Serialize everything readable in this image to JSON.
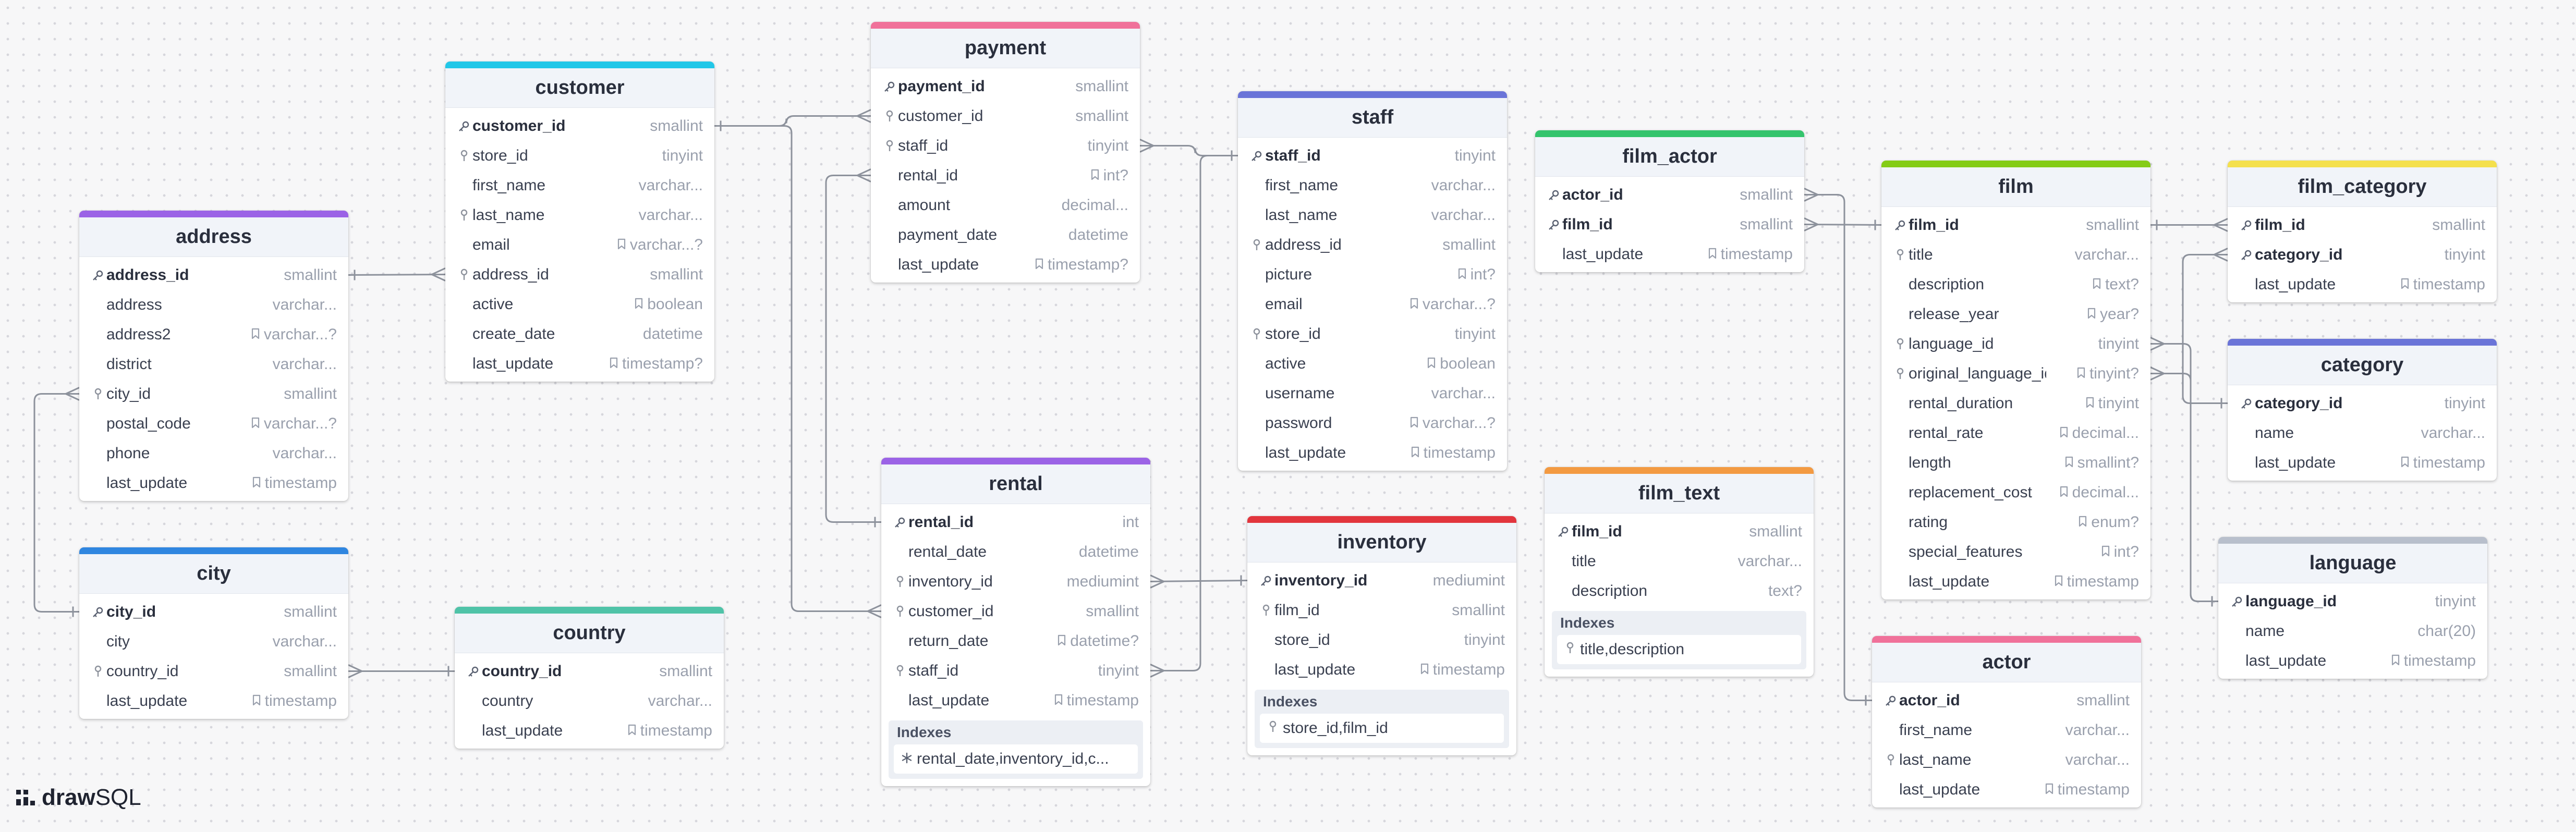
{
  "logo": {
    "word_bold": "draw",
    "word_regular": "SQL"
  },
  "colors": {
    "line": "#8d929c",
    "cyan": "#22c7e8",
    "pink": "#f0719a",
    "purple": "#9b63e6",
    "indigo": "#6a74d8",
    "green": "#34c46d",
    "lime": "#84cc16",
    "yellow": "#f4e04d",
    "blue": "#2f86e0",
    "teal": "#4fc3a8",
    "red": "#e2353d",
    "orange": "#f39a42",
    "gray": "#b8bfcc"
  },
  "tables": [
    {
      "id": "address",
      "name": "address",
      "color": "#9b63e6",
      "fields": [
        {
          "name": "address_id",
          "type": "smallint",
          "key": "pk"
        },
        {
          "name": "address",
          "type": "varchar..."
        },
        {
          "name": "address2",
          "type": "varchar...?",
          "nullable": true
        },
        {
          "name": "district",
          "type": "varchar..."
        },
        {
          "name": "city_id",
          "type": "smallint",
          "key": "fk"
        },
        {
          "name": "postal_code",
          "type": "varchar...?",
          "nullable": true
        },
        {
          "name": "phone",
          "type": "varchar..."
        },
        {
          "name": "last_update",
          "type": "timestamp",
          "nullable": true
        }
      ]
    },
    {
      "id": "city",
      "name": "city",
      "color": "#2f86e0",
      "fields": [
        {
          "name": "city_id",
          "type": "smallint",
          "key": "pk"
        },
        {
          "name": "city",
          "type": "varchar..."
        },
        {
          "name": "country_id",
          "type": "smallint",
          "key": "fk"
        },
        {
          "name": "last_update",
          "type": "timestamp",
          "nullable": true
        }
      ]
    },
    {
      "id": "customer",
      "name": "customer",
      "color": "#22c7e8",
      "fields": [
        {
          "name": "customer_id",
          "type": "smallint",
          "key": "pk"
        },
        {
          "name": "store_id",
          "type": "tinyint",
          "key": "fk"
        },
        {
          "name": "first_name",
          "type": "varchar..."
        },
        {
          "name": "last_name",
          "type": "varchar...",
          "key": "fk"
        },
        {
          "name": "email",
          "type": "varchar...?",
          "nullable": true
        },
        {
          "name": "address_id",
          "type": "smallint",
          "key": "fk"
        },
        {
          "name": "active",
          "type": "boolean",
          "nullable": true
        },
        {
          "name": "create_date",
          "type": "datetime"
        },
        {
          "name": "last_update",
          "type": "timestamp?",
          "nullable": true
        }
      ]
    },
    {
      "id": "country",
      "name": "country",
      "color": "#4fc3a8",
      "fields": [
        {
          "name": "country_id",
          "type": "smallint",
          "key": "pk"
        },
        {
          "name": "country",
          "type": "varchar..."
        },
        {
          "name": "last_update",
          "type": "timestamp",
          "nullable": true
        }
      ]
    },
    {
      "id": "payment",
      "name": "payment",
      "color": "#f0719a",
      "fields": [
        {
          "name": "payment_id",
          "type": "smallint",
          "key": "pk"
        },
        {
          "name": "customer_id",
          "type": "smallint",
          "key": "fk"
        },
        {
          "name": "staff_id",
          "type": "tinyint",
          "key": "fk"
        },
        {
          "name": "rental_id",
          "type": "int?",
          "nullable": true
        },
        {
          "name": "amount",
          "type": "decimal..."
        },
        {
          "name": "payment_date",
          "type": "datetime"
        },
        {
          "name": "last_update",
          "type": "timestamp?",
          "nullable": true
        }
      ]
    },
    {
      "id": "rental",
      "name": "rental",
      "color": "#9b63e6",
      "fields": [
        {
          "name": "rental_id",
          "type": "int",
          "key": "pk"
        },
        {
          "name": "rental_date",
          "type": "datetime"
        },
        {
          "name": "inventory_id",
          "type": "mediumint",
          "key": "fk"
        },
        {
          "name": "customer_id",
          "type": "smallint",
          "key": "fk"
        },
        {
          "name": "return_date",
          "type": "datetime?",
          "nullable": true
        },
        {
          "name": "staff_id",
          "type": "tinyint",
          "key": "fk"
        },
        {
          "name": "last_update",
          "type": "timestamp",
          "nullable": true
        }
      ],
      "indexes_label": "Indexes",
      "index": "rental_date,inventory_id,c...",
      "index_icon": "unique"
    },
    {
      "id": "staff",
      "name": "staff",
      "color": "#6a74d8",
      "fields": [
        {
          "name": "staff_id",
          "type": "tinyint",
          "key": "pk"
        },
        {
          "name": "first_name",
          "type": "varchar..."
        },
        {
          "name": "last_name",
          "type": "varchar..."
        },
        {
          "name": "address_id",
          "type": "smallint",
          "key": "fk"
        },
        {
          "name": "picture",
          "type": "int?",
          "nullable": true
        },
        {
          "name": "email",
          "type": "varchar...?",
          "nullable": true
        },
        {
          "name": "store_id",
          "type": "tinyint",
          "key": "fk"
        },
        {
          "name": "active",
          "type": "boolean",
          "nullable": true
        },
        {
          "name": "username",
          "type": "varchar..."
        },
        {
          "name": "password",
          "type": "varchar...?",
          "nullable": true
        },
        {
          "name": "last_update",
          "type": "timestamp",
          "nullable": true
        }
      ]
    },
    {
      "id": "inventory",
      "name": "inventory",
      "color": "#e2353d",
      "fields": [
        {
          "name": "inventory_id",
          "type": "mediumint",
          "key": "pk"
        },
        {
          "name": "film_id",
          "type": "smallint",
          "key": "fk"
        },
        {
          "name": "store_id",
          "type": "tinyint"
        },
        {
          "name": "last_update",
          "type": "timestamp",
          "nullable": true
        }
      ],
      "indexes_label": "Indexes",
      "index": "store_id,film_id",
      "index_icon": "key"
    },
    {
      "id": "film_actor",
      "name": "film_actor",
      "color": "#34c46d",
      "fields": [
        {
          "name": "actor_id",
          "type": "smallint",
          "key": "pk"
        },
        {
          "name": "film_id",
          "type": "smallint",
          "key": "pk"
        },
        {
          "name": "last_update",
          "type": "timestamp",
          "nullable": true
        }
      ]
    },
    {
      "id": "film_text",
      "name": "film_text",
      "color": "#f39a42",
      "fields": [
        {
          "name": "film_id",
          "type": "smallint",
          "key": "pk"
        },
        {
          "name": "title",
          "type": "varchar..."
        },
        {
          "name": "description",
          "type": "text?"
        }
      ],
      "indexes_label": "Indexes",
      "index": "title,description",
      "index_icon": "key"
    },
    {
      "id": "film",
      "name": "film",
      "color": "#84cc16",
      "fields": [
        {
          "name": "film_id",
          "type": "smallint",
          "key": "pk"
        },
        {
          "name": "title",
          "type": "varchar...",
          "key": "fk"
        },
        {
          "name": "description",
          "type": "text?",
          "nullable": true
        },
        {
          "name": "release_year",
          "type": "year?",
          "nullable": true
        },
        {
          "name": "language_id",
          "type": "tinyint",
          "key": "fk"
        },
        {
          "name": "original_language_id",
          "type": "tinyint?",
          "key": "fk",
          "nullable": true
        },
        {
          "name": "rental_duration",
          "type": "tinyint",
          "nullable": true
        },
        {
          "name": "rental_rate",
          "type": "decimal...",
          "nullable": true
        },
        {
          "name": "length",
          "type": "smallint?",
          "nullable": true
        },
        {
          "name": "replacement_cost",
          "type": "decimal...",
          "nullable": true
        },
        {
          "name": "rating",
          "type": "enum?",
          "nullable": true
        },
        {
          "name": "special_features",
          "type": "int?",
          "nullable": true
        },
        {
          "name": "last_update",
          "type": "timestamp",
          "nullable": true
        }
      ]
    },
    {
      "id": "actor",
      "name": "actor",
      "color": "#f0719a",
      "fields": [
        {
          "name": "actor_id",
          "type": "smallint",
          "key": "pk"
        },
        {
          "name": "first_name",
          "type": "varchar..."
        },
        {
          "name": "last_name",
          "type": "varchar...",
          "key": "fk"
        },
        {
          "name": "last_update",
          "type": "timestamp",
          "nullable": true
        }
      ]
    },
    {
      "id": "film_category",
      "name": "film_category",
      "color": "#f4e04d",
      "fields": [
        {
          "name": "film_id",
          "type": "smallint",
          "key": "pk"
        },
        {
          "name": "category_id",
          "type": "tinyint",
          "key": "pk"
        },
        {
          "name": "last_update",
          "type": "timestamp",
          "nullable": true
        }
      ]
    },
    {
      "id": "category",
      "name": "category",
      "color": "#6a74d8",
      "fields": [
        {
          "name": "category_id",
          "type": "tinyint",
          "key": "pk"
        },
        {
          "name": "name",
          "type": "varchar..."
        },
        {
          "name": "last_update",
          "type": "timestamp",
          "nullable": true
        }
      ]
    },
    {
      "id": "language",
      "name": "language",
      "color": "#b8bfcc",
      "fields": [
        {
          "name": "language_id",
          "type": "tinyint",
          "key": "pk"
        },
        {
          "name": "name",
          "type": "char(20)"
        },
        {
          "name": "last_update",
          "type": "timestamp",
          "nullable": true
        }
      ]
    }
  ],
  "relations": [
    {
      "from": "address.address_id",
      "to": "customer.address_id"
    },
    {
      "from": "city.city_id",
      "to": "address.city_id"
    },
    {
      "from": "country.country_id",
      "to": "city.country_id"
    },
    {
      "from": "customer.customer_id",
      "to": "payment.customer_id"
    },
    {
      "from": "customer.customer_id",
      "to": "rental.customer_id"
    },
    {
      "from": "staff.staff_id",
      "to": "payment.staff_id"
    },
    {
      "from": "staff.staff_id",
      "to": "rental.staff_id"
    },
    {
      "from": "rental.rental_id",
      "to": "payment.rental_id"
    },
    {
      "from": "inventory.inventory_id",
      "to": "rental.inventory_id"
    },
    {
      "from": "film.film_id",
      "to": "film_actor.film_id"
    },
    {
      "from": "actor.actor_id",
      "to": "film_actor.actor_id"
    },
    {
      "from": "film.film_id",
      "to": "film_category.film_id"
    },
    {
      "from": "category.category_id",
      "to": "film_category.category_id"
    },
    {
      "from": "language.language_id",
      "to": "film.language_id"
    },
    {
      "from": "language.language_id",
      "to": "film.original_language_id"
    }
  ]
}
